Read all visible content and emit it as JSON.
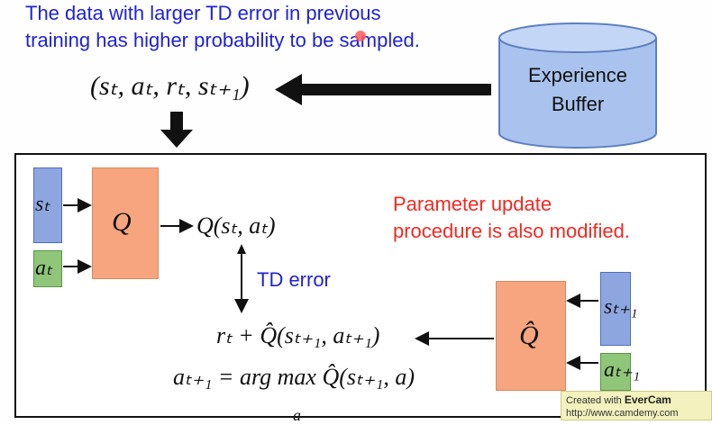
{
  "top_note": {
    "line1": "The data with larger TD error in previous",
    "line2": "training has higher probability to be sampled."
  },
  "experience_buffer": {
    "line1": "Experience",
    "line2": "Buffer"
  },
  "transition": "(sₜ, aₜ, rₜ, sₜ₊₁)",
  "parameter_note": {
    "line1": "Parameter update",
    "line2": "procedure is also modified."
  },
  "q_network": {
    "label": "Q",
    "input_s": "sₜ",
    "input_a": "aₜ",
    "output": "Q(sₜ, aₜ)"
  },
  "td_error_label": "TD error",
  "target_network": {
    "label": "Q̂",
    "input_s": "sₜ₊₁",
    "input_a": "aₜ₊₁"
  },
  "target_expr": "rₜ + Q̂(sₜ₊₁, aₜ₊₁)",
  "action_expr": {
    "lhs": "aₜ₊₁ = arg max",
    "sub": "a",
    "rhs": "Q̂(sₜ₊₁, a)"
  },
  "watermark": {
    "created_with": "Created with ",
    "brand": "EverCam",
    "url": "http://www.camdemy.com"
  },
  "colors": {
    "blue_text": "#1f23d6",
    "red_text": "#ef2a22",
    "state_box": "#8ea6e0",
    "action_box": "#8fc67a",
    "network_box": "#f6a57f",
    "cylinder": "#a9c3ee"
  }
}
